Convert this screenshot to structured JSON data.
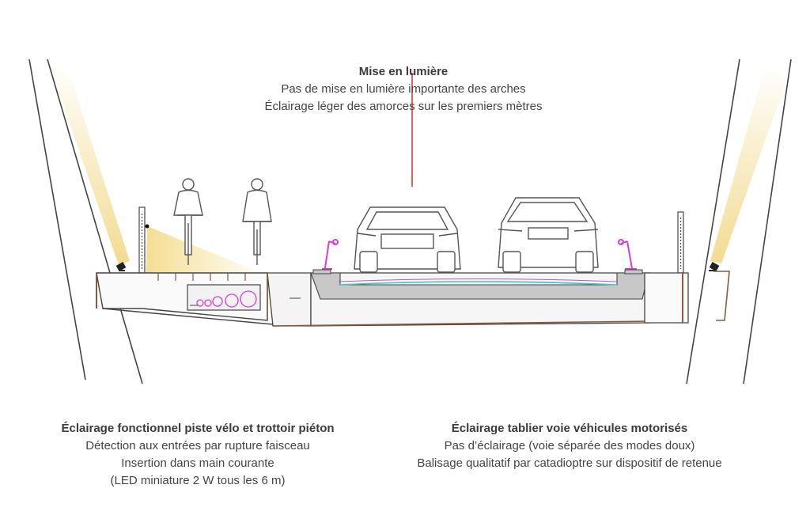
{
  "captions": {
    "top": {
      "title": "Mise en lumière",
      "lines": [
        "Pas de mise en lumière importante des arches",
        "Éclairage léger des amorces sur les premiers mètres"
      ]
    },
    "left": {
      "title": "Éclairage fonctionnel piste vélo et trottoir piéton",
      "lines": [
        "Détection aux entrées par rupture faisceau",
        "Insertion dans main courante",
        "(LED miniature 2 W tous les 6 m)"
      ]
    },
    "right": {
      "title": "Éclairage tablier voie véhicules motorisés",
      "lines": [
        "Pas d’éclairage (voie séparée des modes doux)",
        "Balisage qualitatif par catadioptre sur dispositif de retenue"
      ]
    }
  },
  "colors": {
    "light_beam": "#f2d98a",
    "structure_line": "#444444",
    "deck_edge": "#8b5a3c",
    "roadway_fill": "#c8c8c8",
    "retention_device": "#d63cd6",
    "callout_line": "#d6202a",
    "carriageway_edge": "#3cc8c8"
  },
  "icons": [
    "uplight-icon",
    "cyclist-icon",
    "car-rear-icon",
    "retention-barrier-icon",
    "handrail-post-icon"
  ]
}
